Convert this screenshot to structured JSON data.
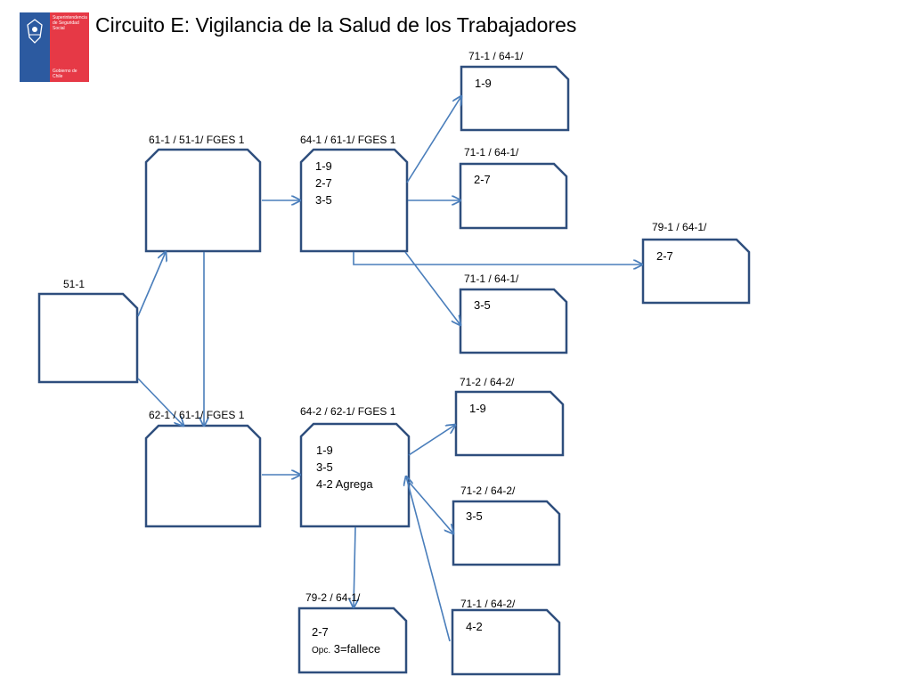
{
  "header": {
    "title": "Circuito E: Vigilancia de la Salud de los Trabajadores",
    "logo_text_top": "Superintendencia de Seguridad Social",
    "logo_text_bottom": "Gobierno de Chile"
  },
  "colors": {
    "line": "#2e4e7d",
    "arrow": "#4a7ebb",
    "logo_blue": "#2c5aa0",
    "logo_red": "#e63946"
  },
  "nodes": {
    "n51": {
      "label": "51-1"
    },
    "n61": {
      "label": "61-1 / 51-1/ FGES 1"
    },
    "n62": {
      "label": "62-1 / 61-1/ FGES 1"
    },
    "n641": {
      "label": "64-1 / 61-1/ FGES 1",
      "lines": [
        "1-9",
        "2-7",
        "3-5"
      ]
    },
    "n642": {
      "label": "64-2 / 62-1/ FGES 1",
      "lines": [
        "1-9",
        "3-5",
        "4-2 Agrega"
      ]
    },
    "n71a": {
      "label": "71-1 / 64-1/",
      "lines": [
        "1-9"
      ]
    },
    "n71b": {
      "label": "71-1 / 64-1/",
      "lines": [
        "2-7"
      ]
    },
    "n791": {
      "label": "79-1 / 64-1/",
      "lines": [
        "2-7"
      ]
    },
    "n71c": {
      "label": "71-1 / 64-1/",
      "lines": [
        "3-5"
      ]
    },
    "n712a": {
      "label": "71-2 / 64-2/",
      "lines": [
        "1-9"
      ]
    },
    "n712b": {
      "label": "71-2 / 64-2/",
      "lines": [
        "3-5"
      ]
    },
    "n711": {
      "label": "71-1 / 64-2/",
      "lines": [
        "4-2"
      ]
    },
    "n792": {
      "label": "79-2 / 64-1/",
      "lines": [
        "2-7"
      ],
      "note_prefix": "Opc.",
      "note": " 3=fallece"
    }
  }
}
